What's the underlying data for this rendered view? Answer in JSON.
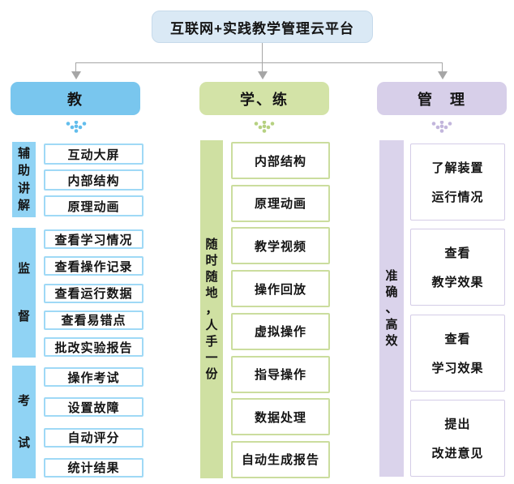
{
  "title": {
    "text": "互联网+实践教学管理云平台"
  },
  "palette": {
    "title-fill": "#dae9f5",
    "title-border": "#c6daeb",
    "line": "#a6a6a6",
    "text": "#141414",
    "c0-header": "#79c6ee",
    "c0-bar": "#90d3f4",
    "c0-border": "#9fd9f6",
    "c0-dots": "#62bdec",
    "c1-header": "#d3e3a7",
    "c1-bar": "#cfe0a2",
    "c1-border": "#cbdd9e",
    "c1-dots": "#b6d181",
    "c2-header": "#d7cfe9",
    "c2-bar": "#dad3eb",
    "c2-border": "#d4cce7",
    "c2-dots": "#c2b6dc"
  },
  "columns": [
    {
      "header": "教",
      "groups": [
        {
          "label": "辅助讲解",
          "items": [
            "互动大屏",
            "内部结构",
            "原理动画"
          ]
        },
        {
          "label": "监督",
          "items": [
            "查看学习情况",
            "查看操作记录",
            "查看运行数据",
            "查看易错点",
            "批改实验报告"
          ]
        },
        {
          "label": "考试",
          "items": [
            "操作考试",
            "设置故障",
            "自动评分",
            "统计结果"
          ]
        }
      ]
    },
    {
      "header": "学、练",
      "groups": [
        {
          "label": "随时随地，人手一份",
          "items": [
            "内部结构",
            "原理动画",
            "教学视频",
            "操作回放",
            "虚拟操作",
            "指导操作",
            "数据处理",
            "自动生成报告"
          ]
        }
      ]
    },
    {
      "header": "管　理",
      "groups": [
        {
          "label": "准确、高效",
          "items": [
            [
              "了解装置",
              "运行情况"
            ],
            [
              "查看",
              "教学效果"
            ],
            [
              "查看",
              "学习效果"
            ],
            [
              "提出",
              "改进意见"
            ]
          ]
        }
      ]
    }
  ]
}
